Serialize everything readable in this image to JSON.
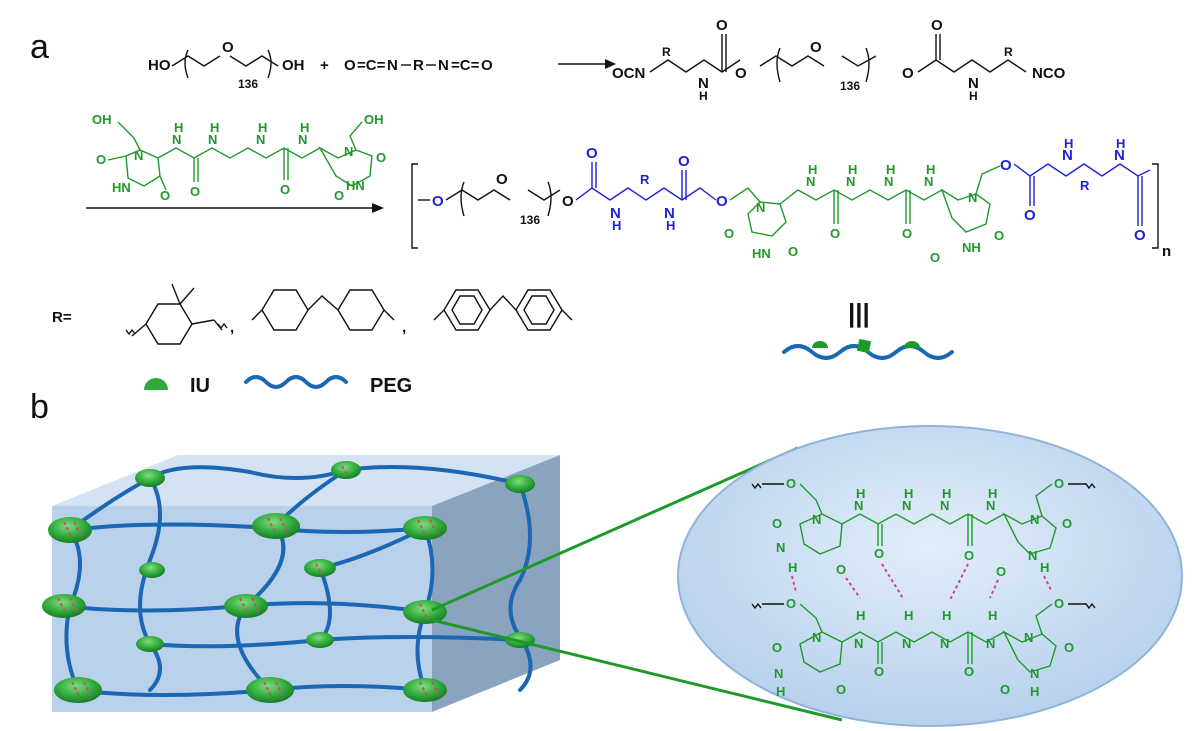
{
  "panels": {
    "a": "a",
    "b": "b"
  },
  "scheme": {
    "peg_reactant": {
      "left": "HO",
      "o": "O",
      "sub": "136",
      "right": "OH"
    },
    "plus": "+",
    "diisocyanate": {
      "o1": "O",
      "eq1": "=C=",
      "n1": "N",
      "r": "R",
      "n2": "N",
      "eq2": "=C=",
      "o2": "O"
    },
    "prepolymer": {
      "ocn": "OCN",
      "r1": "R",
      "nh1": "N",
      "h1": "H",
      "o": "O",
      "sub": "136",
      "nh2": "N",
      "h2": "H",
      "r2": "R",
      "nco": "NCO"
    },
    "iu_reagent": {
      "oh_left": "OH",
      "oh_right": "OH",
      "n": "N",
      "h": "H",
      "o": "O",
      "hn": "HN"
    },
    "polymer": {
      "sub": "136",
      "r": "R",
      "n_subscript": "n",
      "o": "O",
      "n": "N",
      "h": "H",
      "hn": "HN",
      "nh": "NH"
    },
    "r_groups": {
      "label": "R=",
      "sep": ","
    },
    "simplified_symbol": "|||"
  },
  "legend": {
    "iu_label": "IU",
    "peg_label": "PEG"
  },
  "zoom": {
    "o": "O",
    "n": "N",
    "h": "H"
  },
  "colors": {
    "iu_green": "#1e9a2a",
    "linker_blue": "#1f22d6",
    "peg_blue": "#1c67b3",
    "hbond_red": "#d8466a",
    "box_face": "#b9d1ea",
    "box_side": "#8aa4bf",
    "ellipse_fill": "#c9ddf2",
    "bead_green": "#2faa3a"
  }
}
